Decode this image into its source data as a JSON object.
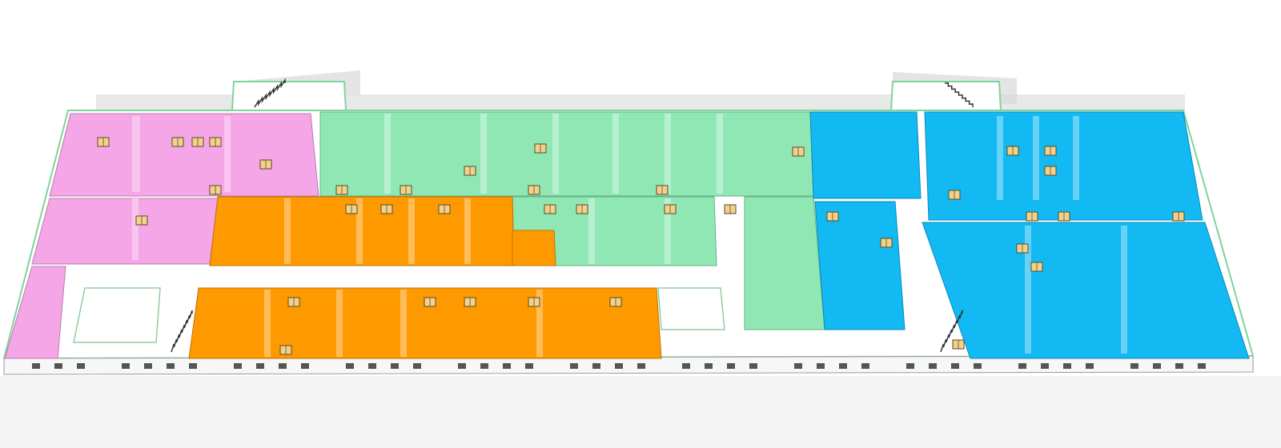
{
  "diagram": {
    "view": "3d-floor-plan",
    "colors": {
      "pink_zone": "#f4a6e6",
      "green_zone": "#8fe8b4",
      "orange_zone": "#ff9900",
      "blue_zone": "#12b9f2",
      "window": "#f2d28a",
      "slab": "#ffffff",
      "slab_edge": "#7fd39b",
      "shadow": "#d9d9d9"
    },
    "zones": [
      {
        "id": "pink",
        "color": "#f4a6e6"
      },
      {
        "id": "green",
        "color": "#8fe8b4"
      },
      {
        "id": "orange",
        "color": "#ff9900"
      },
      {
        "id": "blue",
        "color": "#12b9f2"
      }
    ],
    "icons": [
      "stair-icon",
      "window-icon"
    ]
  }
}
